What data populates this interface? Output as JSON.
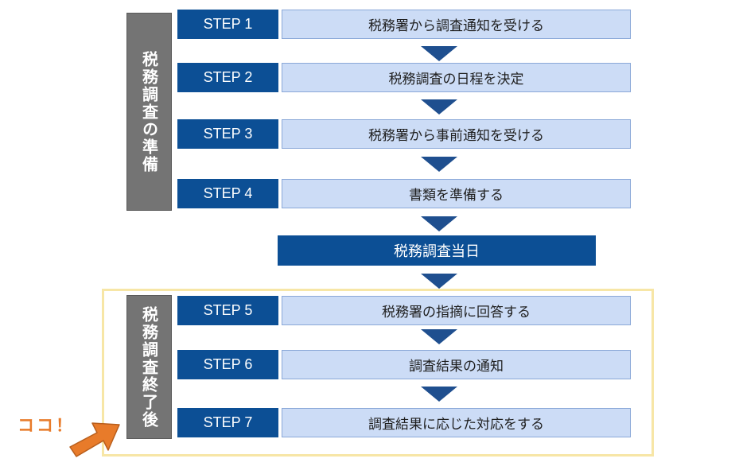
{
  "prep_label": "税務調査の準備",
  "post_label": "税務調査終了後",
  "steps": [
    {
      "step": "STEP 1",
      "text": "税務署から調査通知を受ける"
    },
    {
      "step": "STEP 2",
      "text": "税務調査の日程を決定"
    },
    {
      "step": "STEP 3",
      "text": "税務署から事前通知を受ける"
    },
    {
      "step": "STEP 4",
      "text": "書類を準備する"
    },
    {
      "step": "STEP 5",
      "text": "税務署の指摘に回答する"
    },
    {
      "step": "STEP 6",
      "text": "調査結果の通知"
    },
    {
      "step": "STEP 7",
      "text": "調査結果に応じた対応をする"
    }
  ],
  "day_label": "税務調査当日",
  "koko_label": "ココ！",
  "colors": {
    "step_blue": "#0c4f95",
    "desc_fill": "#ccdcf6",
    "side_gray": "#747474",
    "highlight": "#f7e6a6",
    "accent_orange": "#e87b2a"
  }
}
